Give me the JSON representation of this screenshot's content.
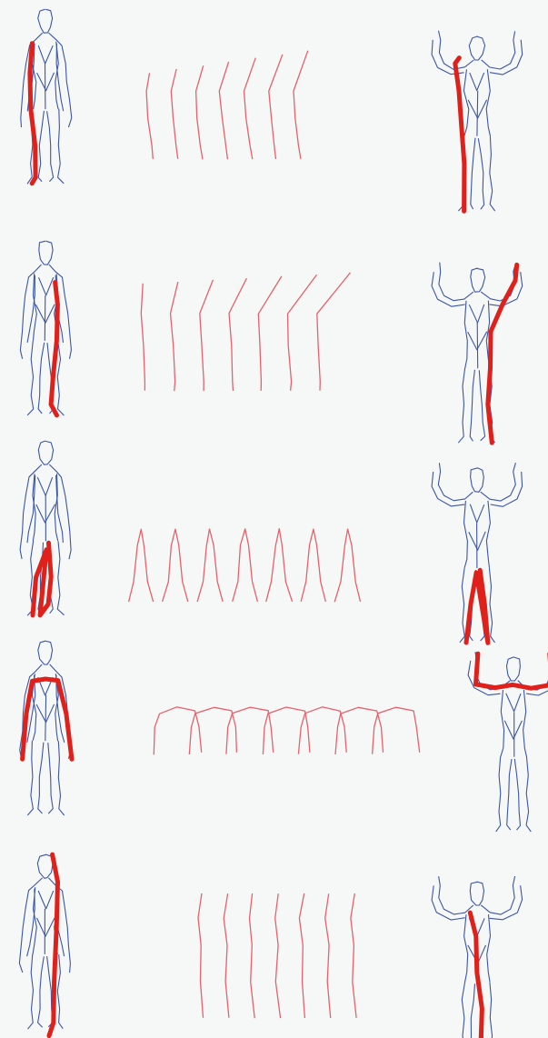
{
  "figure": {
    "rows": [
      {
        "id": "row-1",
        "path": "left-side-torso-leg",
        "source_pose": "a-pose",
        "target_pose": "arms-raised",
        "interpolation_steps": 7
      },
      {
        "id": "row-2",
        "path": "right-side-arm-leg",
        "source_pose": "a-pose",
        "target_pose": "arms-raised",
        "interpolation_steps": 7
      },
      {
        "id": "row-3",
        "path": "leg-inseam",
        "source_pose": "a-pose",
        "target_pose": "arms-raised",
        "interpolation_steps": 7
      },
      {
        "id": "row-4",
        "path": "arm-span-across-shoulders",
        "source_pose": "a-pose",
        "target_pose": "arms-raised",
        "interpolation_steps": 7
      },
      {
        "id": "row-5",
        "path": "side-body-line",
        "source_pose": "a-pose",
        "target_pose": "arms-raised",
        "interpolation_steps": 7
      }
    ]
  },
  "colors": {
    "background": "#f6f7f7",
    "mesh_outline": "#3b55a6",
    "highlight_path": "#e0201b",
    "interpolated_curve": "#e8606a"
  }
}
